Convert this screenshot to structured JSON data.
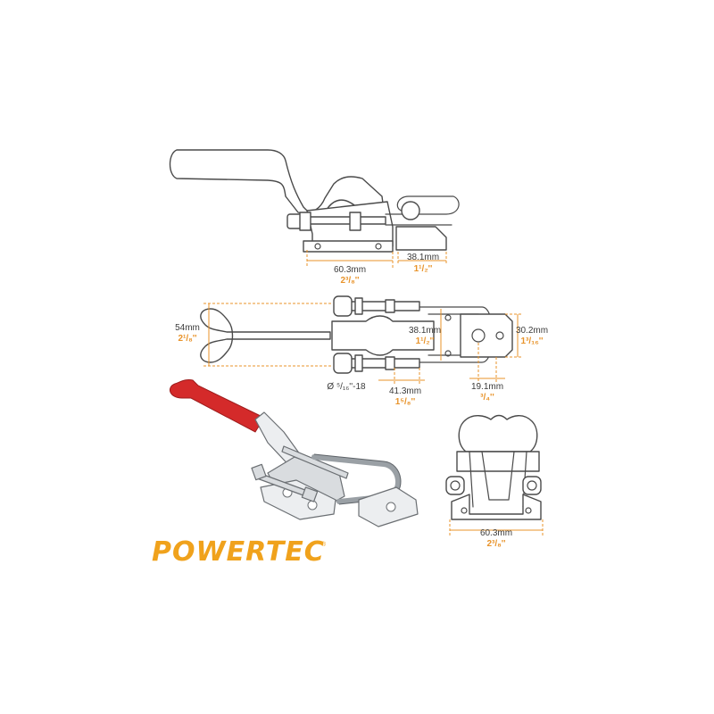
{
  "brand": {
    "logo_text": "POWERTEC",
    "trademark": "®"
  },
  "colors": {
    "dimension_line": "#e8932a",
    "inch_text": "#e8932a",
    "logo": "#f0a21c",
    "handle_grip": "#d42a2a",
    "outline": "#4a4a4a"
  },
  "dimensions": {
    "side_base_width": {
      "mm": "60.3mm",
      "inch": "2³/₈''"
    },
    "side_latch_width": {
      "mm": "38.1mm",
      "inch": "1¹/₂''"
    },
    "top_overall_height": {
      "mm": "54mm",
      "inch": "2¹/₈''"
    },
    "top_hook_span": {
      "mm": "38.1mm",
      "inch": "1¹/₂''"
    },
    "top_catch_width": {
      "mm": "30.2mm",
      "inch": "1³/₁₆''"
    },
    "top_hole_spacing": {
      "mm": "41.3mm",
      "inch": "1⁵/₈''"
    },
    "top_catch_offset": {
      "mm": "19.1mm",
      "inch": "³/₄''"
    },
    "thread_size": "Ø ⁵/₁₆''-18",
    "front_base_width": {
      "mm": "60.3mm",
      "inch": "2³/₈''"
    }
  },
  "views": [
    {
      "name": "side-view",
      "icon": "side-elevation-drawing"
    },
    {
      "name": "top-view",
      "icon": "plan-view-drawing"
    },
    {
      "name": "front-view",
      "icon": "front-elevation-drawing"
    },
    {
      "name": "product-photo",
      "icon": "latch-clamp-render"
    }
  ]
}
